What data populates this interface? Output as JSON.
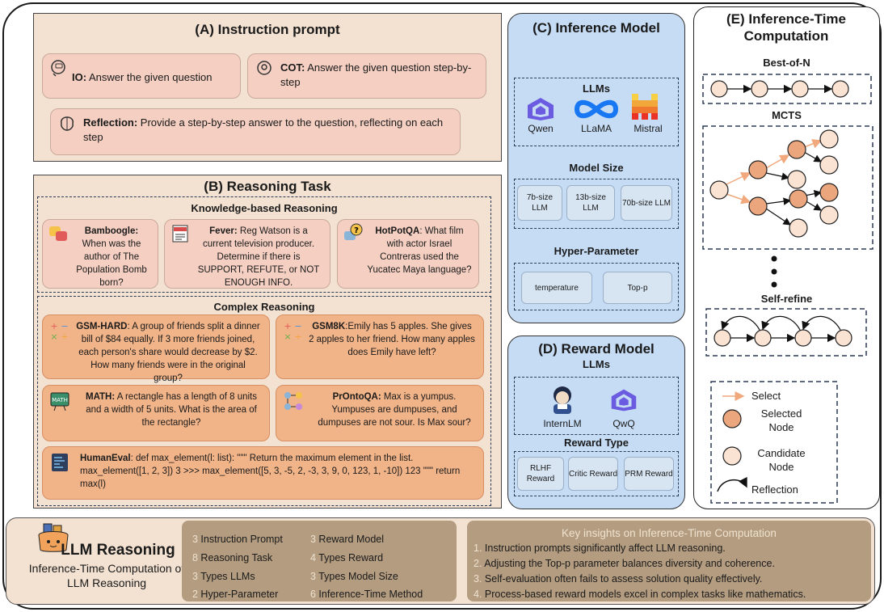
{
  "sectionA": {
    "title": "(A) Instruction prompt",
    "io_name": "IO:",
    "io_text": " Answer the given question",
    "cot_name": "COT:",
    "cot_text": " Answer the given question step-by-step",
    "refl_name": "Reflection:",
    "refl_text": " Provide a step-by-step answer to the question, reflecting on each step"
  },
  "sectionB": {
    "title": "(B) Reasoning Task",
    "knowledge_title": "Knowledge-based Reasoning",
    "bamboogle_name": "Bamboogle:",
    "bamboogle_text": " When was the author of The Population Bomb born?",
    "fever_name": "Fever:",
    "fever_text": " Reg Watson is a current television producer. Determine if there is SUPPORT, REFUTE, or NOT ENOUGH INFO.",
    "hotpot_name": "HotPotQA",
    "hotpot_text": ": What film with actor Israel Contreras used the Yucatec Maya language?",
    "complex_title": "Complex Reasoning",
    "gsmhard_name": "GSM-HARD",
    "gsmhard_text": ": A group of friends split a dinner bill of $84 equally. If 3 more friends joined, each person's share would decrease by $2. How many friends were in the original group?",
    "gsm8k_name": "GSM8K",
    "gsm8k_text": ":Emily has 5 apples. She gives 2 apples to her friend. How many apples does Emily have left?",
    "math_name": "MATH:",
    "math_text": " A rectangle has a length of 8 units and a width of 5 units. What is the area of the rectangle?",
    "prontoqa_name": "PrOntoQA:",
    "prontoqa_text": " Max is a yumpus. Yumpuses are dumpuses, and dumpuses are not sour. Is Max sour?",
    "humaneval_name": "HumanEval",
    "humaneval_text": ":  def max_element(l: list): \"\"\" Return the maximum element in the list. max_element([1, 2, 3]) 3 >>> max_element([5, 3, -5, 2, -3, 3, 9, 0, 123, 1, -10]) 123 \"\"\" return max(l)"
  },
  "sectionC": {
    "title": "(C) Inference Model",
    "llms_title": "LLMs",
    "llm1": "Qwen",
    "llm2": "LLaMA",
    "llm3": "Mistral",
    "size_title": "Model Size",
    "size1": "7b-size LLM",
    "size2": "13b-size LLM",
    "size3": "70b-size LLM",
    "hp_title": "Hyper-Parameter",
    "hp1": "temperature",
    "hp2": "Top-p"
  },
  "sectionD": {
    "title": "(D) Reward Model",
    "llms_title": "LLMs",
    "llm1": "InternLM",
    "llm2": "QwQ",
    "type_title": "Reward Type",
    "type1": "RLHF Reward",
    "type2": "Critic Reward",
    "type3": "PRM Reward"
  },
  "sectionE": {
    "title": "(E) Inference-Time Computation",
    "bestofn": "Best-of-N",
    "mcts": "MCTS",
    "selfrefine": "Self-refine",
    "legend_select": "Select",
    "legend_selected": "Selected Node",
    "legend_candidate": "Candidate Node",
    "legend_reflection": "Reflection"
  },
  "bottom": {
    "title": "LLM Reasoning",
    "subtitle": "Inference-Time Computation of LLM Reasoning",
    "stats": [
      {
        "n": "3",
        "label": " Instruction Prompt"
      },
      {
        "n": "8",
        "label": "  Reasoning Task"
      },
      {
        "n": "3",
        "label": "  Types LLMs"
      },
      {
        "n": "2",
        "label": " Hyper-Parameter"
      },
      {
        "n": "3",
        "label": " Reward Model"
      },
      {
        "n": "4",
        "label": " Types Reward"
      },
      {
        "n": "3",
        "label": " Types Model Size"
      },
      {
        "n": "6",
        "label": " Inference-Time Method"
      }
    ],
    "insights_title": "Key insights on Inference-Time Computation",
    "insights": [
      {
        "n": "1.",
        "text": " Instruction prompts significantly affect LLM reasoning."
      },
      {
        "n": "2.",
        "text": " Adjusting the Top-p parameter balances diversity and coherence."
      },
      {
        "n": "3.",
        "text": " Self-evaluation often fails to assess solution quality effectively."
      },
      {
        "n": "4.",
        "text": " Process-based reward models excel in complex tasks like mathematics."
      }
    ]
  },
  "colors": {
    "selected_node": "#eba67e",
    "candidate_node": "#fbe3d3",
    "select_edge": "#f0a87c"
  }
}
